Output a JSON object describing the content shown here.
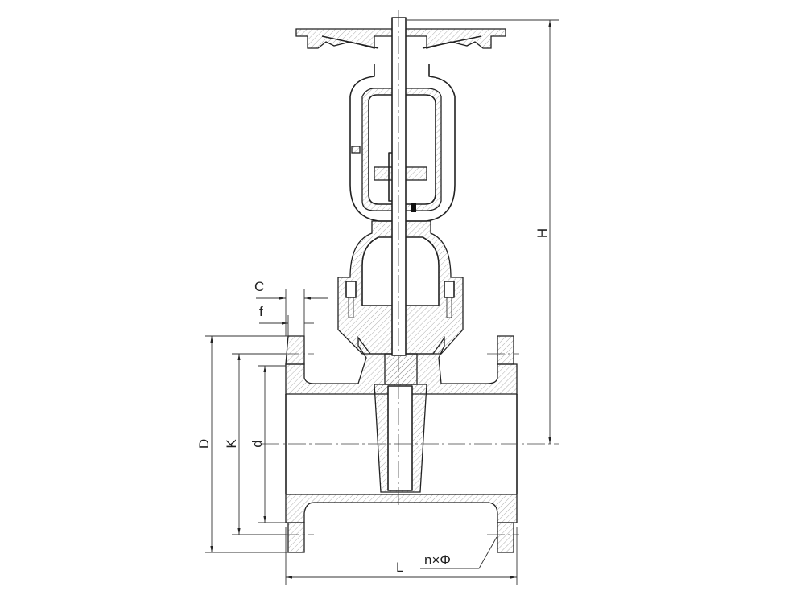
{
  "title": "Gate valve dimension drawing",
  "labels": {
    "C": "C",
    "f": "f",
    "D": "D",
    "K": "K",
    "d": "d",
    "H": "H",
    "L": "L",
    "holes": "n×Φ"
  }
}
